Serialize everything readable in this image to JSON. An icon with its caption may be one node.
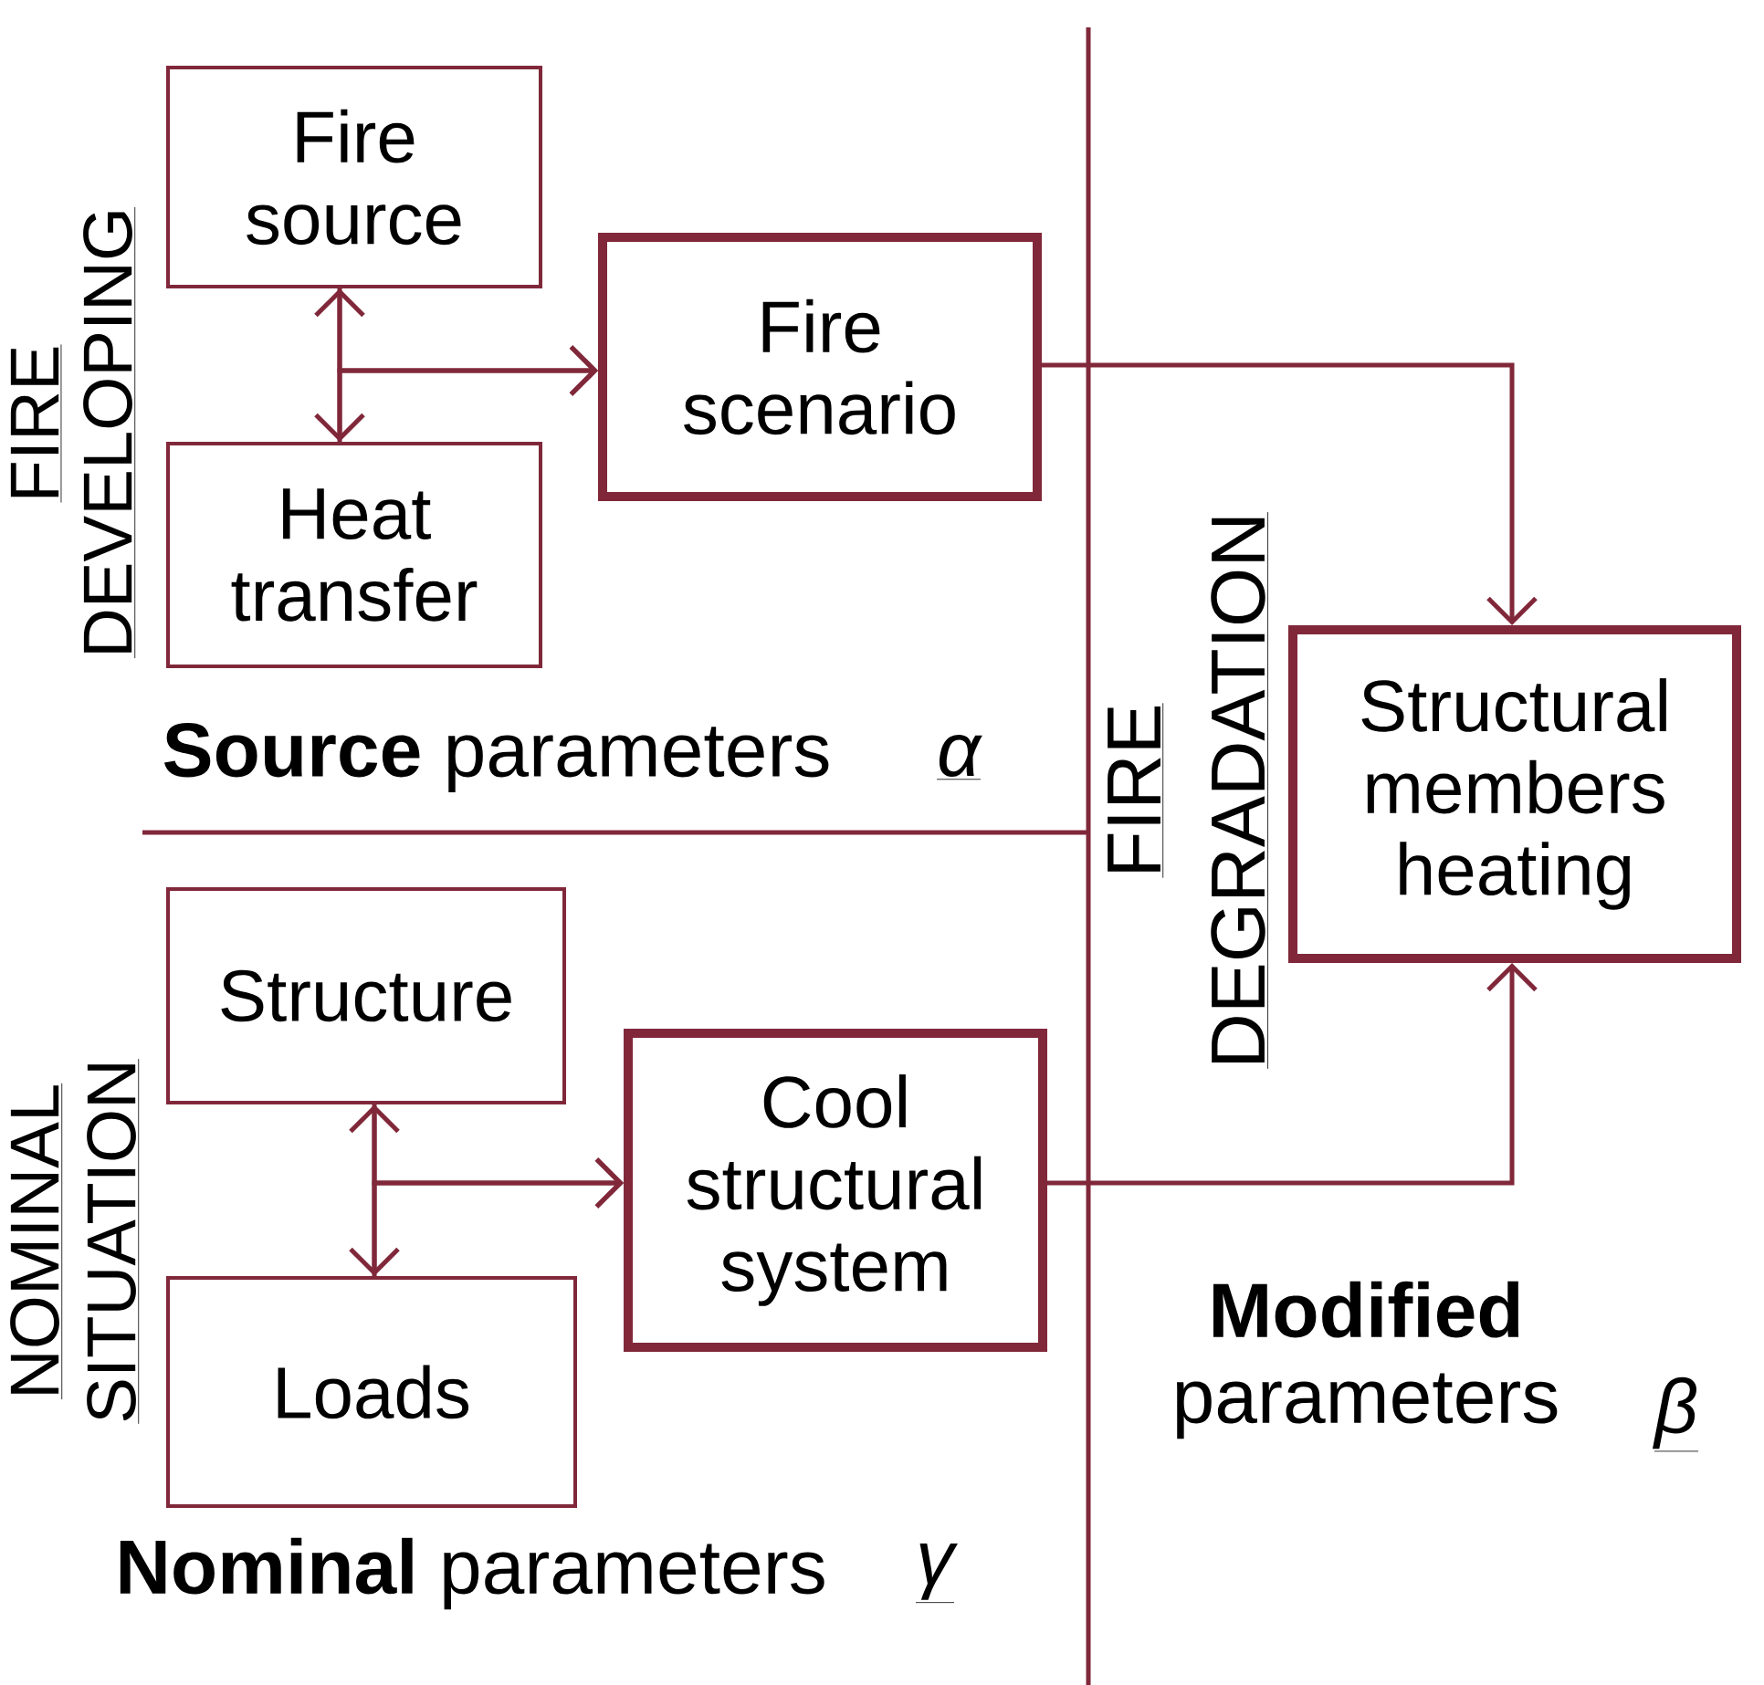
{
  "diagram": {
    "nodes": [
      {
        "text": [
          "Fire source"
        ]
      },
      {
        "text": [
          "Fire scenario"
        ]
      },
      {
        "text": [
          "Heat transfer"
        ]
      },
      {
        "text": [
          "Structural members heating"
        ]
      },
      {
        "text": [
          "Structure"
        ]
      },
      {
        "text": [
          "Cool structural system"
        ]
      },
      {
        "text": [
          "Loads"
        ]
      }
    ],
    "edges": [
      {
        "from": 0,
        "to": 2,
        "arrow": "both"
      },
      {
        "from": 0,
        "to": 1,
        "arrow": "to"
      },
      {
        "from": 2,
        "to": 1,
        "arrow": "to"
      },
      {
        "from": 1,
        "to": 3,
        "arrow": "to"
      },
      {
        "from": 4,
        "to": 6,
        "arrow": "both"
      },
      {
        "from": 4,
        "to": 5,
        "arrow": "to"
      },
      {
        "from": 6,
        "to": 5,
        "arrow": "to"
      },
      {
        "from": 5,
        "to": 3,
        "arrow": "to"
      }
    ],
    "labels": [
      "FIRE",
      "DEVELOPING",
      "**Source** parameters",
      "α",
      "NOMINAL",
      "SITUATION",
      "**Nominal** parameters",
      "γ",
      "FIRE",
      "DEGRADATION",
      "**Modified** parameters",
      "β"
    ]
  }
}
